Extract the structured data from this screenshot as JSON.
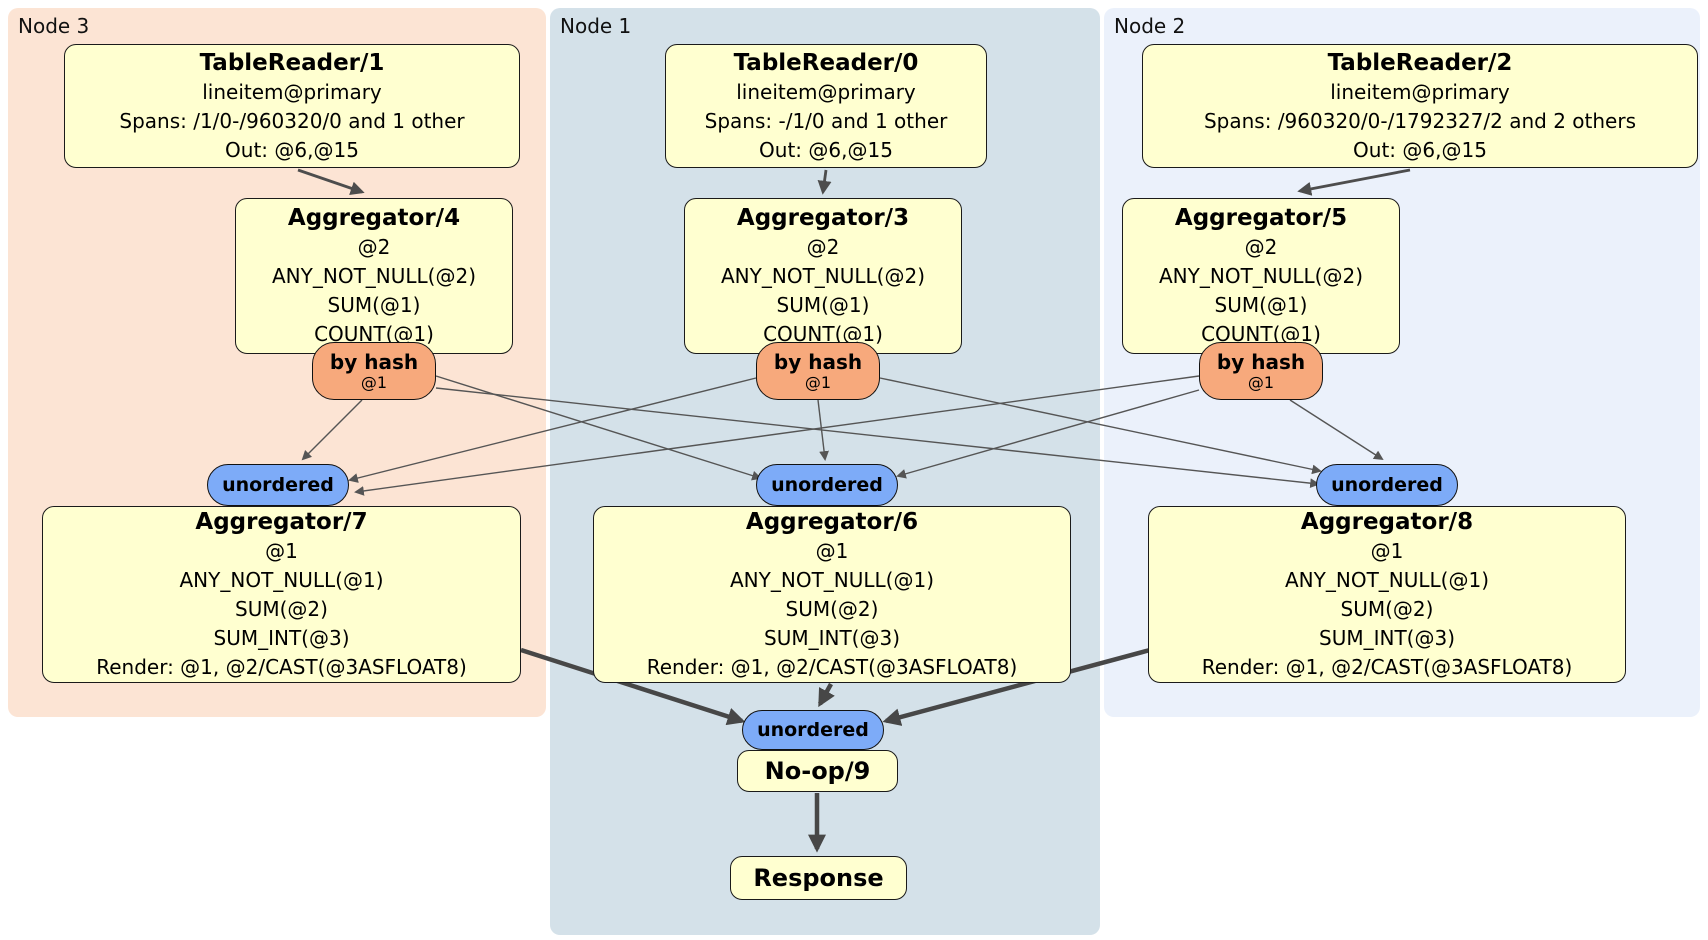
{
  "colors": {
    "node3_bg": "#fce4d4",
    "node1_bg": "#d4e1e9",
    "node2_bg": "#ebf1fb",
    "processor_box_bg": "#ffffd0",
    "hash_router_bg": "#f7a97c",
    "sync_oval_bg": "#7dabf8",
    "edge": "#555555"
  },
  "nodes": [
    {
      "label": "Node 3",
      "table_reader": {
        "title": "TableReader/1",
        "rows": [
          "lineitem@primary",
          "Spans: /1/0-/960320/0 and 1 other",
          "Out: @6,@15"
        ]
      },
      "pre_aggregator": {
        "title": "Aggregator/4",
        "rows": [
          "@2",
          "ANY_NOT_NULL(@2)",
          "SUM(@1)",
          "COUNT(@1)"
        ]
      },
      "hash_router": {
        "label": "by hash",
        "detail": "@1"
      },
      "input_sync": {
        "label": "unordered"
      },
      "final_aggregator": {
        "title": "Aggregator/7",
        "rows": [
          "@1",
          "ANY_NOT_NULL(@1)",
          "SUM(@2)",
          "SUM_INT(@3)",
          "Render: @1, @2/CAST(@3ASFLOAT8)"
        ]
      }
    },
    {
      "label": "Node 1",
      "table_reader": {
        "title": "TableReader/0",
        "rows": [
          "lineitem@primary",
          "Spans: -/1/0 and 1 other",
          "Out: @6,@15"
        ]
      },
      "pre_aggregator": {
        "title": "Aggregator/3",
        "rows": [
          "@2",
          "ANY_NOT_NULL(@2)",
          "SUM(@1)",
          "COUNT(@1)"
        ]
      },
      "hash_router": {
        "label": "by hash",
        "detail": "@1"
      },
      "input_sync": {
        "label": "unordered"
      },
      "final_aggregator": {
        "title": "Aggregator/6",
        "rows": [
          "@1",
          "ANY_NOT_NULL(@1)",
          "SUM(@2)",
          "SUM_INT(@3)",
          "Render: @1, @2/CAST(@3ASFLOAT8)"
        ]
      }
    },
    {
      "label": "Node 2",
      "table_reader": {
        "title": "TableReader/2",
        "rows": [
          "lineitem@primary",
          "Spans: /960320/0-/1792327/2 and 2 others",
          "Out: @6,@15"
        ]
      },
      "pre_aggregator": {
        "title": "Aggregator/5",
        "rows": [
          "@2",
          "ANY_NOT_NULL(@2)",
          "SUM(@1)",
          "COUNT(@1)"
        ]
      },
      "hash_router": {
        "label": "by hash",
        "detail": "@1"
      },
      "input_sync": {
        "label": "unordered"
      },
      "final_aggregator": {
        "title": "Aggregator/8",
        "rows": [
          "@1",
          "ANY_NOT_NULL(@1)",
          "SUM(@2)",
          "SUM_INT(@3)",
          "Render: @1, @2/CAST(@3ASFLOAT8)"
        ]
      }
    }
  ],
  "output_chain": {
    "sync_label": "unordered",
    "noop_title": "No-op/9",
    "response_title": "Response"
  }
}
